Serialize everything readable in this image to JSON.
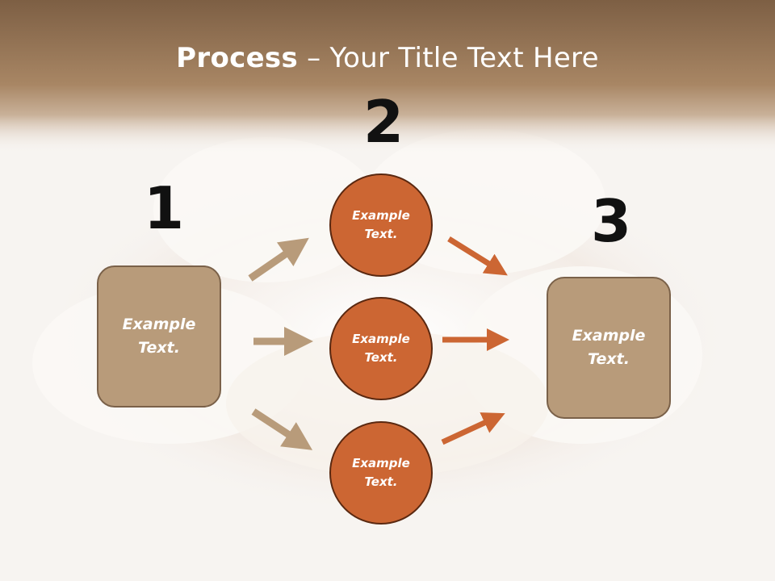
{
  "title": {
    "bold": "Process",
    "rest": " – Your Title Text Here"
  },
  "steps": {
    "one": "1",
    "two": "2",
    "three": "3"
  },
  "left_box": {
    "line1": "Example",
    "line2": "Text."
  },
  "right_box": {
    "line1": "Example",
    "line2": "Text."
  },
  "circles": [
    {
      "line1": "Example",
      "line2": "Text."
    },
    {
      "line1": "Example",
      "line2": "Text."
    },
    {
      "line1": "Example",
      "line2": "Text."
    }
  ],
  "colors": {
    "tan": "#b89b7a",
    "orange": "#cc6633",
    "header": "#8a6a4c"
  }
}
